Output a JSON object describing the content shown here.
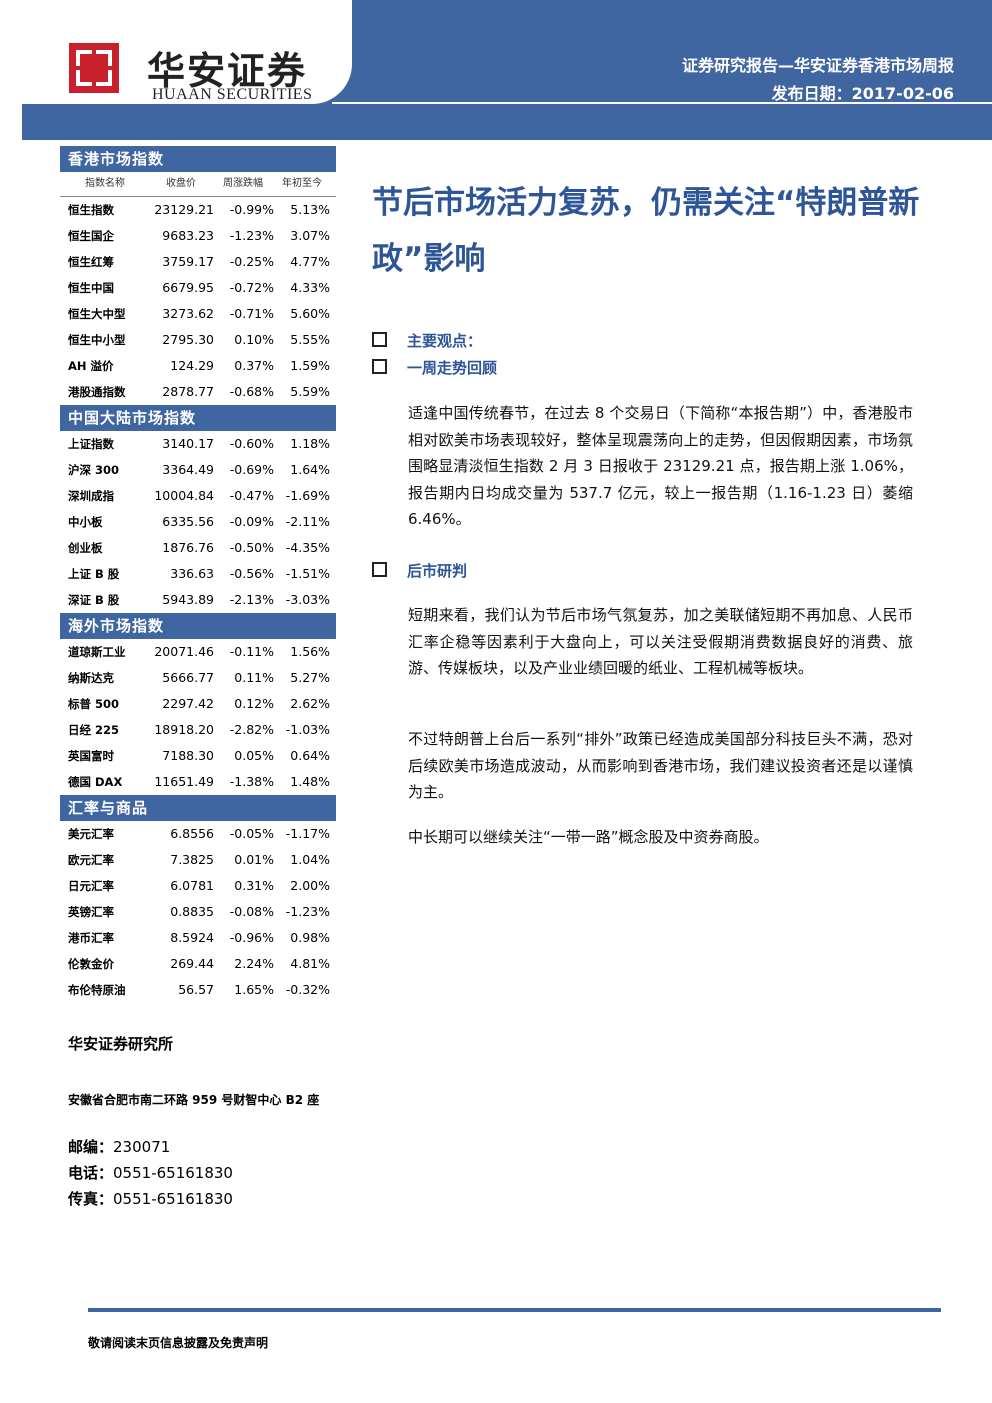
{
  "header": {
    "logo_cn": "华安证券",
    "logo_en": "HUAAN SECURITIES",
    "report_title": "证券研究报告—华安证券香港市场周报",
    "publish_date": "发布日期：2017-02-06"
  },
  "colors": {
    "brand": "#3f66a0",
    "title": "#2d5597"
  },
  "columns": [
    "指数名称",
    "收盘价",
    "周涨跌幅",
    "年初至今"
  ],
  "sections": [
    {
      "title": "香港市场指数",
      "rows": [
        [
          "恒生指数",
          "23129.21",
          "-0.99%",
          "5.13%"
        ],
        [
          "恒生国企",
          "9683.23",
          "-1.23%",
          "3.07%"
        ],
        [
          "恒生红筹",
          "3759.17",
          "-0.25%",
          "4.77%"
        ],
        [
          "恒生中国",
          "6679.95",
          "-0.72%",
          "4.33%"
        ],
        [
          "恒生大中型",
          "3273.62",
          "-0.71%",
          "5.60%"
        ],
        [
          "恒生中小型",
          "2795.30",
          "0.10%",
          "5.55%"
        ],
        [
          "AH 溢价",
          "124.29",
          "0.37%",
          "1.59%"
        ],
        [
          "港股通指数",
          "2878.77",
          "-0.68%",
          "5.59%"
        ]
      ]
    },
    {
      "title": "中国大陆市场指数",
      "rows": [
        [
          "上证指数",
          "3140.17",
          "-0.60%",
          "1.18%"
        ],
        [
          "沪深 300",
          "3364.49",
          "-0.69%",
          "1.64%"
        ],
        [
          "深圳成指",
          "10004.84",
          "-0.47%",
          "-1.69%"
        ],
        [
          "中小板",
          "6335.56",
          "-0.09%",
          "-2.11%"
        ],
        [
          "创业板",
          "1876.76",
          "-0.50%",
          "-4.35%"
        ],
        [
          "上证 B 股",
          "336.63",
          "-0.56%",
          "-1.51%"
        ],
        [
          "深证 B 股",
          "5943.89",
          "-2.13%",
          "-3.03%"
        ]
      ]
    },
    {
      "title": "海外市场指数",
      "rows": [
        [
          "道琼斯工业",
          "20071.46",
          "-0.11%",
          "1.56%"
        ],
        [
          "纳斯达克",
          "5666.77",
          "0.11%",
          "5.27%"
        ],
        [
          "标普 500",
          "2297.42",
          "0.12%",
          "2.62%"
        ],
        [
          "日经 225",
          "18918.20",
          "-2.82%",
          "-1.03%"
        ],
        [
          "英国富时",
          "7188.30",
          "0.05%",
          "0.64%"
        ],
        [
          "德国 DAX",
          "11651.49",
          "-1.38%",
          "1.48%"
        ]
      ]
    },
    {
      "title": "汇率与商品",
      "rows": [
        [
          "美元汇率",
          "6.8556",
          "-0.05%",
          "-1.17%"
        ],
        [
          "欧元汇率",
          "7.3825",
          "0.01%",
          "1.04%"
        ],
        [
          "日元汇率",
          "6.0781",
          "0.31%",
          "2.00%"
        ],
        [
          "英镑汇率",
          "0.8835",
          "-0.08%",
          "-1.23%"
        ],
        [
          "港币汇率",
          "8.5924",
          "-0.96%",
          "0.98%"
        ],
        [
          "伦敦金价",
          "269.44",
          "2.24%",
          "4.81%"
        ],
        [
          "布伦特原油",
          "56.57",
          "1.65%",
          "-0.32%"
        ]
      ]
    }
  ],
  "org": {
    "name": "华安证券研究所",
    "address": "安徽省合肥市南二环路 959 号财智中心 B2 座",
    "postcode_label": "邮编：",
    "postcode": "230071",
    "phone_label": "电话：",
    "phone": "0551-65161830",
    "fax_label": "传真：",
    "fax": "0551-65161830"
  },
  "article": {
    "title": "节后市场活力复苏，仍需关注“特朗普新政”影响",
    "views_label": "主要观点：",
    "review_label": "一周走势回顾",
    "review_text": "适逢中国传统春节，在过去 8 个交易日（下简称“本报告期”）中，香港股市相对欧美市场表现较好，整体呈现震荡向上的走势，但因假期因素，市场氛围略显清淡恒生指数 2 月 3 日报收于 23129.21 点，报告期上涨 1.06%，报告期内日均成交量为 537.7 亿元，较上一报告期（1.16-1.23 日）萎缩 6.46%。",
    "outlook_label": "后市研判",
    "outlook_p1": "短期来看，我们认为节后市场气氛复苏，加之美联储短期不再加息、人民币汇率企稳等因素利于大盘向上，可以关注受假期消费数据良好的消费、旅游、传媒板块，以及产业业绩回暖的纸业、工程机械等板块。",
    "outlook_p2": "不过特朗普上台后一系列“排外”政策已经造成美国部分科技巨头不满，恐对后续欧美市场造成波动，从而影响到香港市场，我们建议投资者还是以谨慎为主。",
    "outlook_p3": "中长期可以继续关注“一带一路”概念股及中资券商股。"
  },
  "footer": {
    "disclaimer": "敬请阅读末页信息披露及免责声明"
  }
}
